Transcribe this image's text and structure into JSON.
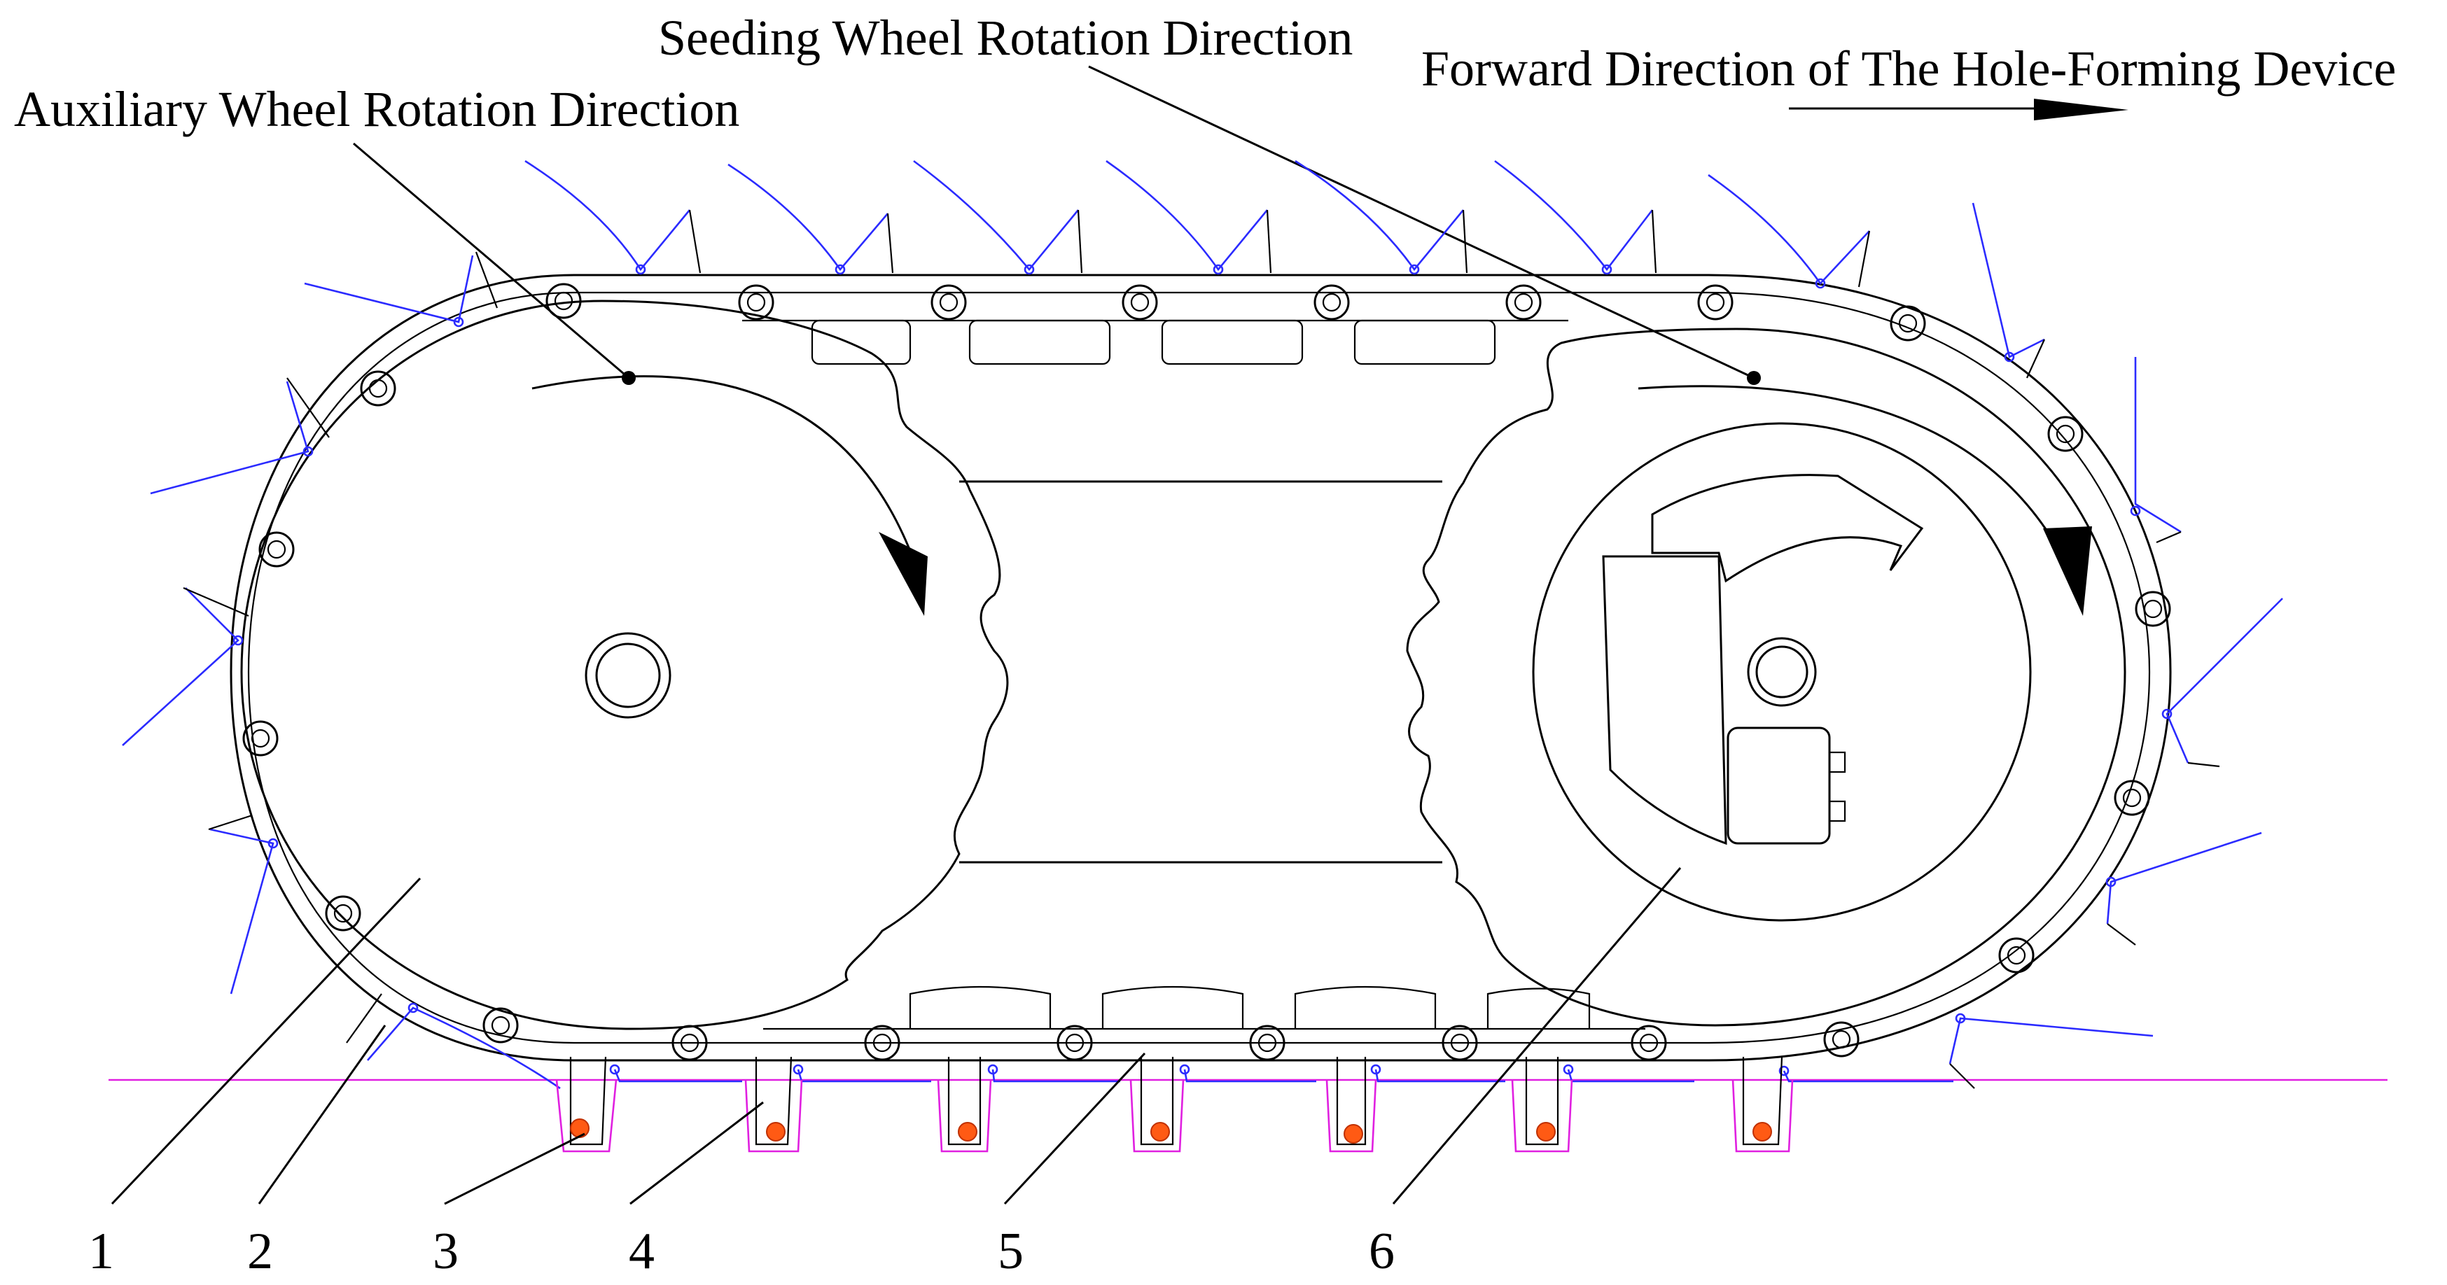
{
  "labels": {
    "seeding_wheel_rotation": "Seeding Wheel Rotation Direction",
    "forward_direction": "Forward Direction of The Hole-Forming Device",
    "auxiliary_wheel_rotation": "Auxiliary Wheel Rotation Direction"
  },
  "part_numbers": [
    "1",
    "2",
    "3",
    "4",
    "5",
    "6"
  ],
  "colors": {
    "outline": "#000000",
    "spikes": "#2b2bff",
    "ground_and_holes": "#e020e0",
    "seeds": "#ff5a14"
  }
}
